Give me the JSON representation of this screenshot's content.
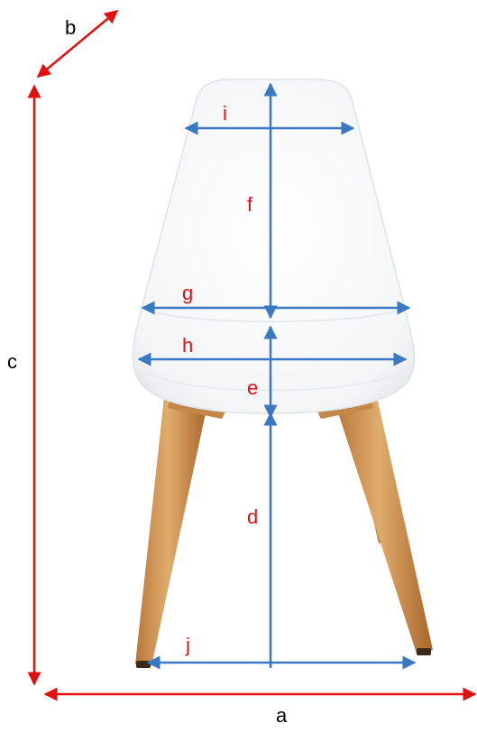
{
  "labels": {
    "a": "a",
    "b": "b",
    "c": "c",
    "d": "d",
    "e": "e",
    "f": "f",
    "g": "g",
    "h": "h",
    "i": "i",
    "j": "j"
  },
  "colors": {
    "outer_dimension": "#e01010",
    "inner_dimension": "#3a78c2",
    "inner_label": "#e01010",
    "outer_label": "#000000",
    "seat_shell": "#f6f7f8",
    "seat_edge": "#dfe2e6",
    "wood_light": "#d9a15e",
    "wood_dark": "#a8652a"
  },
  "icons": {
    "chair": "chair-photo"
  }
}
